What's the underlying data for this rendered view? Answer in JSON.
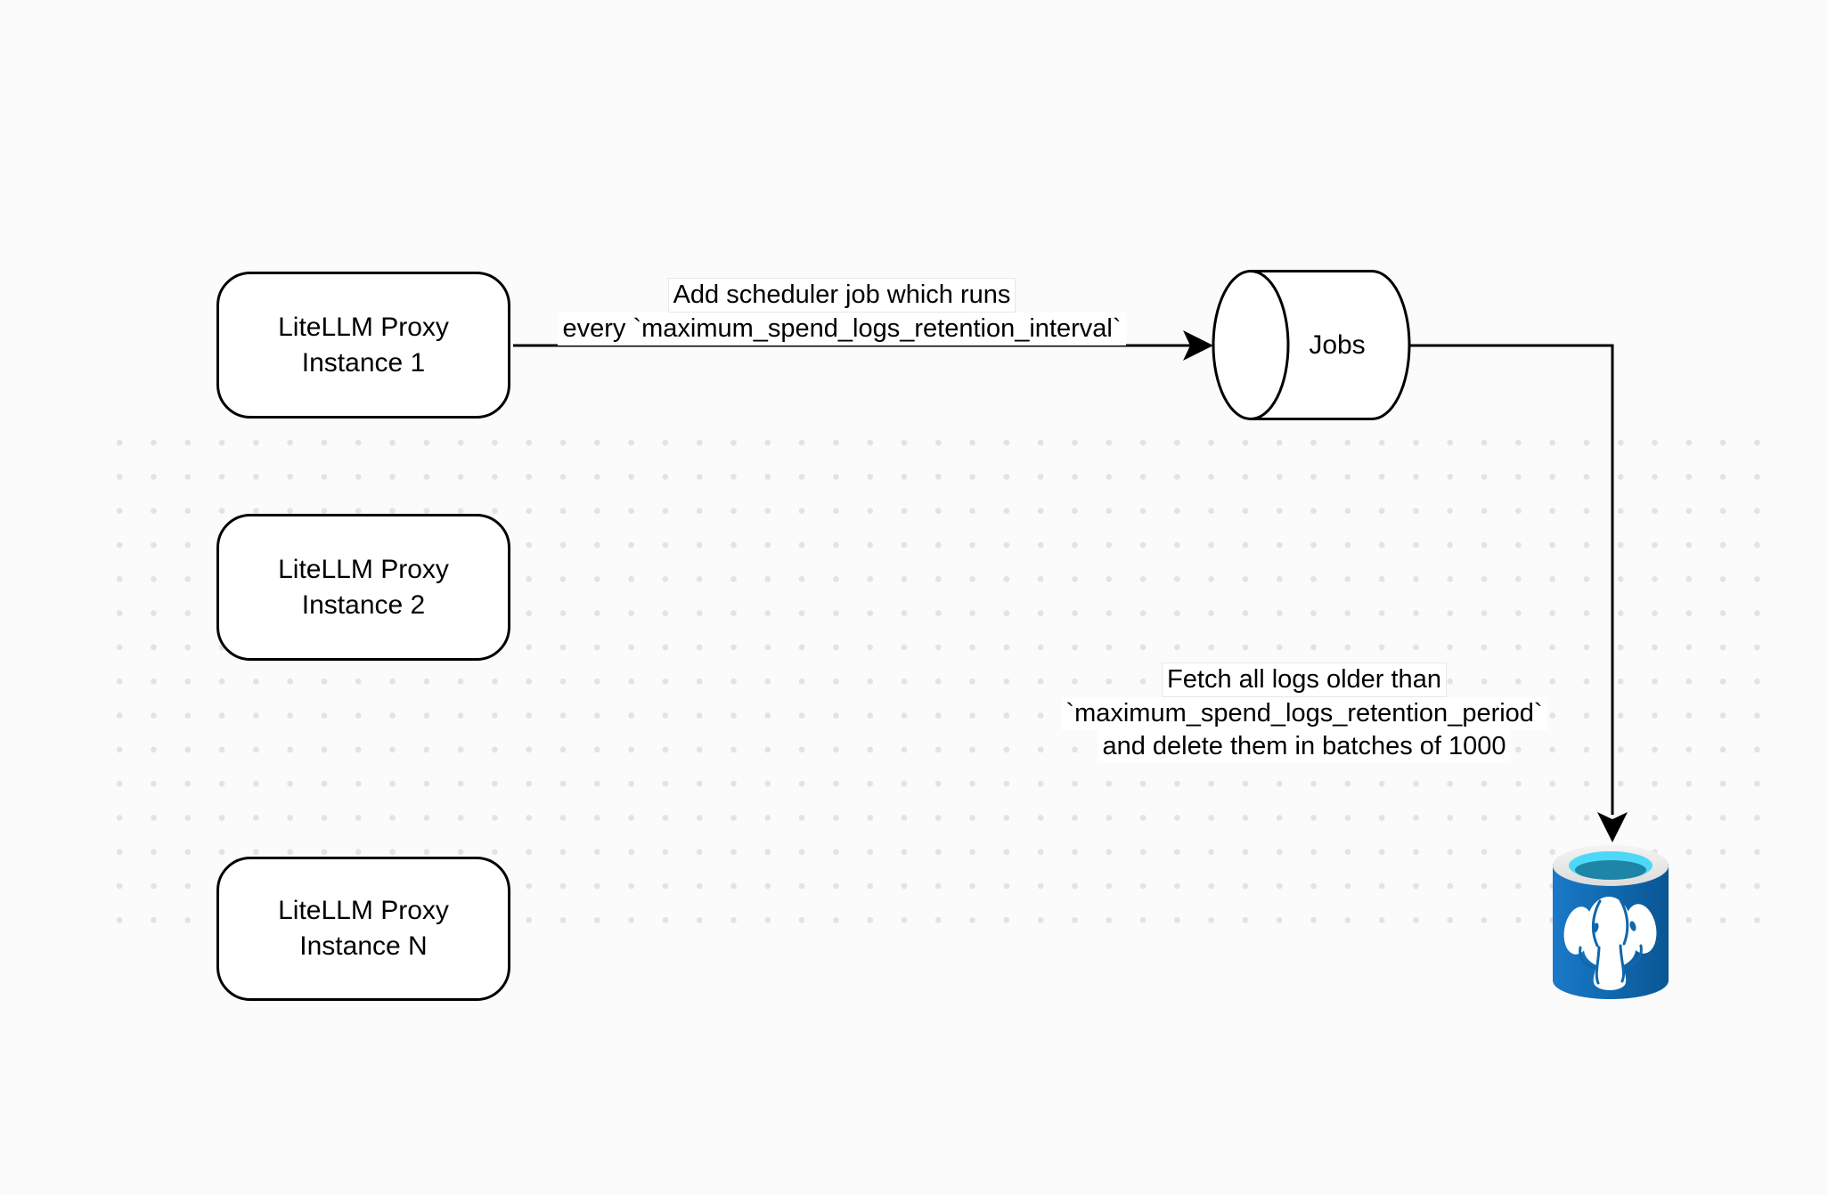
{
  "diagram": {
    "background_color": "#fbfbfb",
    "dot_grid_color": "#e3e3e3",
    "stroke_color": "#000000",
    "text_color": "#000000"
  },
  "nodes": {
    "proxy_instances": [
      {
        "line1": "LiteLLM Proxy",
        "line2": "Instance 1"
      },
      {
        "line1": "LiteLLM Proxy",
        "line2": "Instance 2"
      },
      {
        "line1": "LiteLLM Proxy",
        "line2": "Instance N"
      }
    ],
    "jobs_queue": {
      "label": "Jobs",
      "shape": "horizontal-cylinder"
    },
    "postgres_db": {
      "icon": "postgresql-database-icon",
      "body_color": "#0f67ad",
      "body_color_light": "#1b79c8",
      "body_color_dark": "#0a5694",
      "rim_color": "#ebebeb",
      "liquid_top_color": "#4ed8f7",
      "liquid_deep_color": "#1f85a6",
      "elephant_color": "#ffffff"
    }
  },
  "edges": {
    "add_job": {
      "line1": "Add scheduler job which runs",
      "line2": "every `maximum_spend_logs_retention_interval`"
    },
    "cleanup": {
      "line1": "Fetch all logs older than",
      "line2": "`maximum_spend_logs_retention_period`",
      "line3": "and delete them in batches of 1000"
    }
  }
}
